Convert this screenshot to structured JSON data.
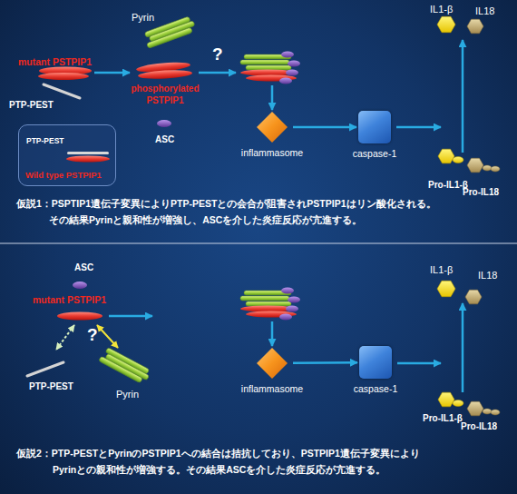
{
  "diagram": {
    "nodes": [
      {
        "text": [
          "PTP-PEST",
          "Wild type PSTPIP1"
        ]
      },
      {
        "text": [
          "inflammasome"
        ]
      },
      {
        "text": [
          "caspase-1"
        ]
      },
      {
        "text": [
          "inflammasome"
        ]
      },
      {
        "text": [
          "caspase-1"
        ]
      }
    ],
    "edges": [
      {
        "from": 1,
        "to": 2,
        "arrow": "to"
      },
      {
        "from": 3,
        "to": 4,
        "arrow": "to"
      }
    ],
    "labels": [
      "Pyrin",
      "IL1-β",
      "IL18",
      "mutant PSTPIP1",
      "PTP-PEST",
      "phosphorylated PSTPIP1",
      "ASC",
      "?",
      "Pro-IL1-β",
      "Pro-IL18",
      "仮説1：PSPTIP1遺伝子変異によりPTP-PESTとの会合が阻害されPSTPIP1はリン酸化される。",
      "その結果Pyrinと親和性が増強し、ASCを介した炎症反応が亢進する。",
      "ASC",
      "IL1-β",
      "IL18",
      "mutant PSTPIP1",
      "?",
      "PTP-PEST",
      "Pyrin",
      "Pro-IL1-β",
      "Pro-IL18",
      "仮説2：PTP-PESTとPyrinのPSTPIP1への結合は拮抗しており、PSTPIP1遺伝子変異により",
      "Pyrinとの親和性が増強する。その結果ASCを介した炎症反応が亢進する。"
    ]
  }
}
